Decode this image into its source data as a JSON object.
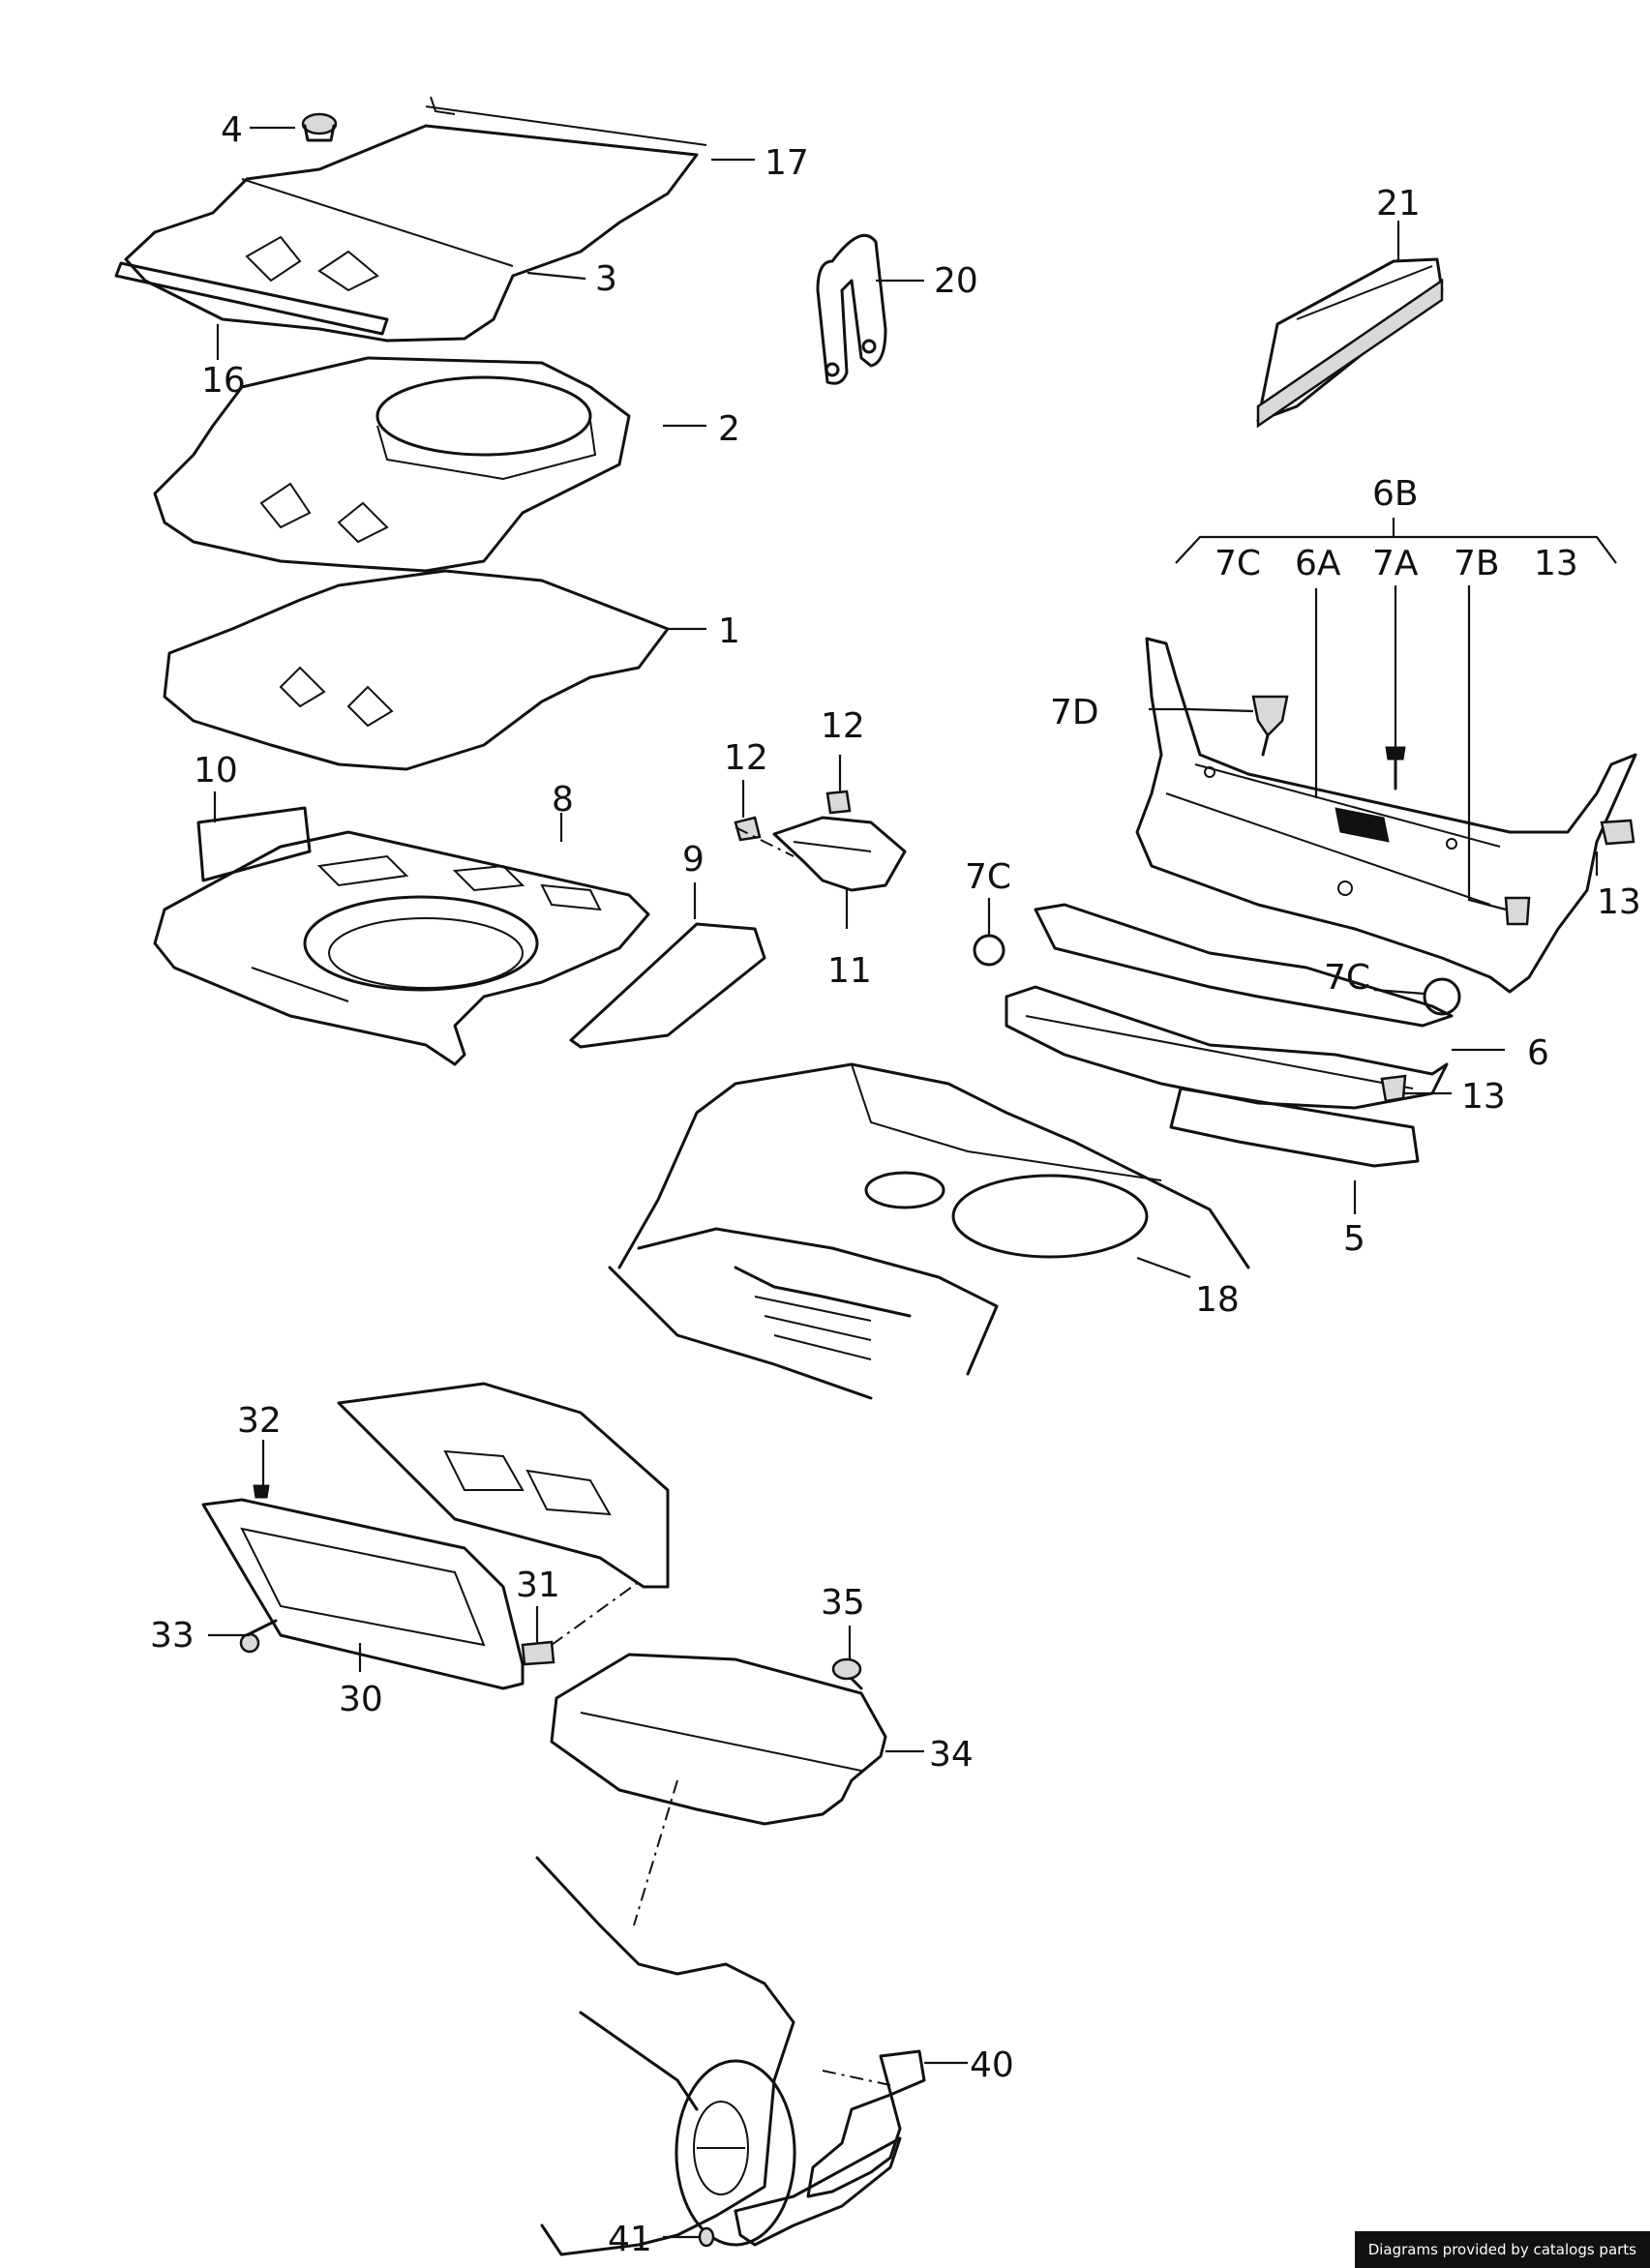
{
  "labels": {
    "p1": "1",
    "p2": "2",
    "p3": "3",
    "p4": "4",
    "p5": "5",
    "p6": "6",
    "p6a": "6A",
    "p6b": "6B",
    "p7a": "7A",
    "p7b": "7B",
    "p7c_top": "7C",
    "p7c_left": "7C",
    "p7c_right": "7C",
    "p7d": "7D",
    "p8": "8",
    "p9": "9",
    "p10": "10",
    "p11": "11",
    "p12_left": "12",
    "p12_right": "12",
    "p13_group": "13",
    "p13_right": "13",
    "p13_lower": "13",
    "p16": "16",
    "p17": "17",
    "p18": "18",
    "p20": "20",
    "p21": "21",
    "p30": "30",
    "p31": "31",
    "p32": "32",
    "p33": "33",
    "p34": "34",
    "p35": "35",
    "p40": "40",
    "p41": "41"
  },
  "credit": "Diagrams provided by catalogs parts"
}
